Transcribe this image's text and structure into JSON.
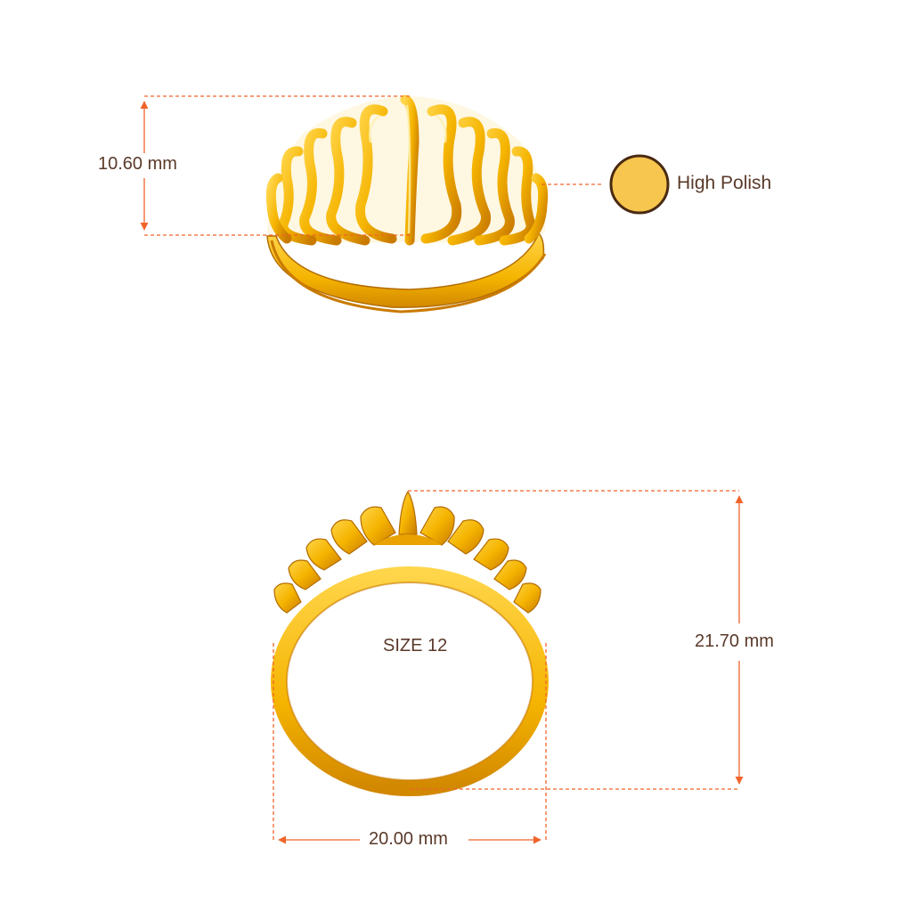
{
  "colors": {
    "dimension_line": "#f0642a",
    "label_text": "#5a3a2a",
    "gold_base": "#f5b400",
    "gold_highlight": "#ffd54a",
    "gold_shadow": "#c97a00",
    "finish_swatch_fill": "#f7c64e",
    "finish_swatch_border": "#4a2a12"
  },
  "top_view": {
    "height_dimension": "10.60 mm",
    "finish_name": "High Polish"
  },
  "front_view": {
    "size_text": "SIZE 12",
    "outer_height_dimension": "21.70 mm",
    "inner_width_dimension": "20.00 mm"
  }
}
